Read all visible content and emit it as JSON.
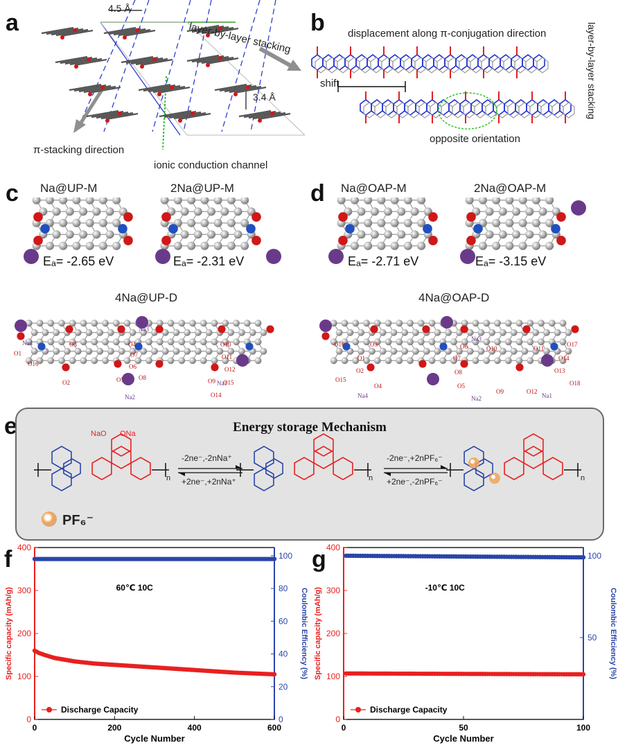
{
  "panels": {
    "a": {
      "label": "a",
      "spacing_top": "4.5 Å",
      "spacing_side": "3.4 Å",
      "layer_label": "layer-by-layer stacking",
      "pi_label": "π-stacking direction",
      "ion_label": "ionic conduction channel"
    },
    "b": {
      "label": "b",
      "title": "displacement along π-conjugation direction",
      "shift": "shift",
      "opposite": "opposite orientation",
      "vertical": "layer-by-layer stacking"
    },
    "c": {
      "label": "c",
      "m1": "Na@UP-M",
      "m2": "2Na@UP-M",
      "ea1": "Eₐ= -2.65 eV",
      "ea2": "Eₐ= -2.31 eV",
      "d": "4Na@UP-D",
      "atoms": [
        "Na4",
        "O3",
        "O4",
        "Na3",
        "O10",
        "O11",
        "O12",
        "O15",
        "O1",
        "O7",
        "O6",
        "O5",
        "O8",
        "O9",
        "Na1",
        "O14",
        "O2",
        "Na2",
        "O16"
      ]
    },
    "d": {
      "label": "d",
      "m1": "Na@OAP-M",
      "m2": "2Na@OAP-M",
      "ea1": "Eₐ= -2.71 eV",
      "ea2": "Eₐ= -3.15 eV",
      "d": "4Na@OAP-D",
      "atoms": [
        "O16",
        "O3",
        "O6",
        "Na3",
        "O10",
        "O11",
        "O17",
        "O1",
        "O7",
        "O14",
        "O2",
        "O8",
        "O13",
        "O15",
        "O4",
        "O5",
        "O9",
        "O12",
        "O18",
        "Na4",
        "Na2",
        "Na1"
      ]
    },
    "e": {
      "label": "e",
      "title": "Energy storage Mechanism",
      "arrow1_top": "-2ne⁻,-2nNa⁺",
      "arrow1_bottom": "+2ne⁻,+2nNa⁺",
      "arrow2_top": "-2ne⁻,+2nPF₆⁻",
      "arrow2_bottom": "+2ne⁻,-2nPF₆⁻",
      "subs": [
        "NaO",
        "ONa"
      ],
      "n": "n",
      "pf6": "PF₆⁻"
    },
    "f": {
      "label": "f"
    },
    "g": {
      "label": "g"
    }
  },
  "colors": {
    "red": "#e8201f",
    "blue": "#2a45a8",
    "mol_blue": "#1f2fd0",
    "grey": "#8b8b8b"
  },
  "chart_data": [
    {
      "type": "scatter",
      "panel": "f",
      "annotation": "60℃ 10C",
      "xlabel": "Cycle Number",
      "ylabel": "Specific capacity (mAh/g)",
      "y2label": "Coulombic Efficiency (%)",
      "xlim": [
        0,
        600
      ],
      "ylim": [
        0,
        400
      ],
      "y2lim": [
        0,
        105
      ],
      "xticks": [
        0,
        200,
        400,
        600
      ],
      "yticks": [
        0,
        100,
        200,
        300,
        400
      ],
      "y2ticks": [
        0,
        20,
        40,
        60,
        80,
        100
      ],
      "legend": "bottom-left",
      "series": [
        {
          "name": "Discharge Capacity",
          "axis": "left",
          "color": "#e8201f",
          "x": [
            0,
            10,
            25,
            50,
            100,
            150,
            200,
            250,
            300,
            350,
            400,
            450,
            500,
            550,
            600
          ],
          "y": [
            160,
            155,
            150,
            143,
            135,
            130,
            127,
            124,
            121,
            118,
            115,
            112,
            109,
            107,
            105
          ]
        },
        {
          "axis": "right",
          "color": "#2a45a8",
          "x": [
            0,
            50,
            100,
            200,
            300,
            400,
            500,
            600
          ],
          "y": [
            98,
            98,
            98,
            98,
            98,
            98,
            98,
            98
          ]
        }
      ]
    },
    {
      "type": "scatter",
      "panel": "g",
      "annotation": "-10℃ 10C",
      "xlabel": "Cycle Number",
      "ylabel": "Specific capacity (mAh/g)",
      "y2label": "Coulombic Efficiency (%)",
      "xlim": [
        0,
        100
      ],
      "ylim": [
        0,
        400
      ],
      "y2lim": [
        0,
        105
      ],
      "xticks": [
        0,
        50,
        100
      ],
      "yticks": [
        0,
        100,
        200,
        300,
        400
      ],
      "y2ticks": [
        50,
        100
      ],
      "legend": "bottom-left",
      "series": [
        {
          "name": "Discharge Capacity",
          "axis": "left",
          "color": "#e8201f",
          "x": [
            1,
            100
          ],
          "y": [
            107,
            105
          ]
        },
        {
          "axis": "right",
          "color": "#2a45a8",
          "x": [
            1,
            100
          ],
          "y": [
            100,
            99
          ]
        }
      ]
    }
  ]
}
